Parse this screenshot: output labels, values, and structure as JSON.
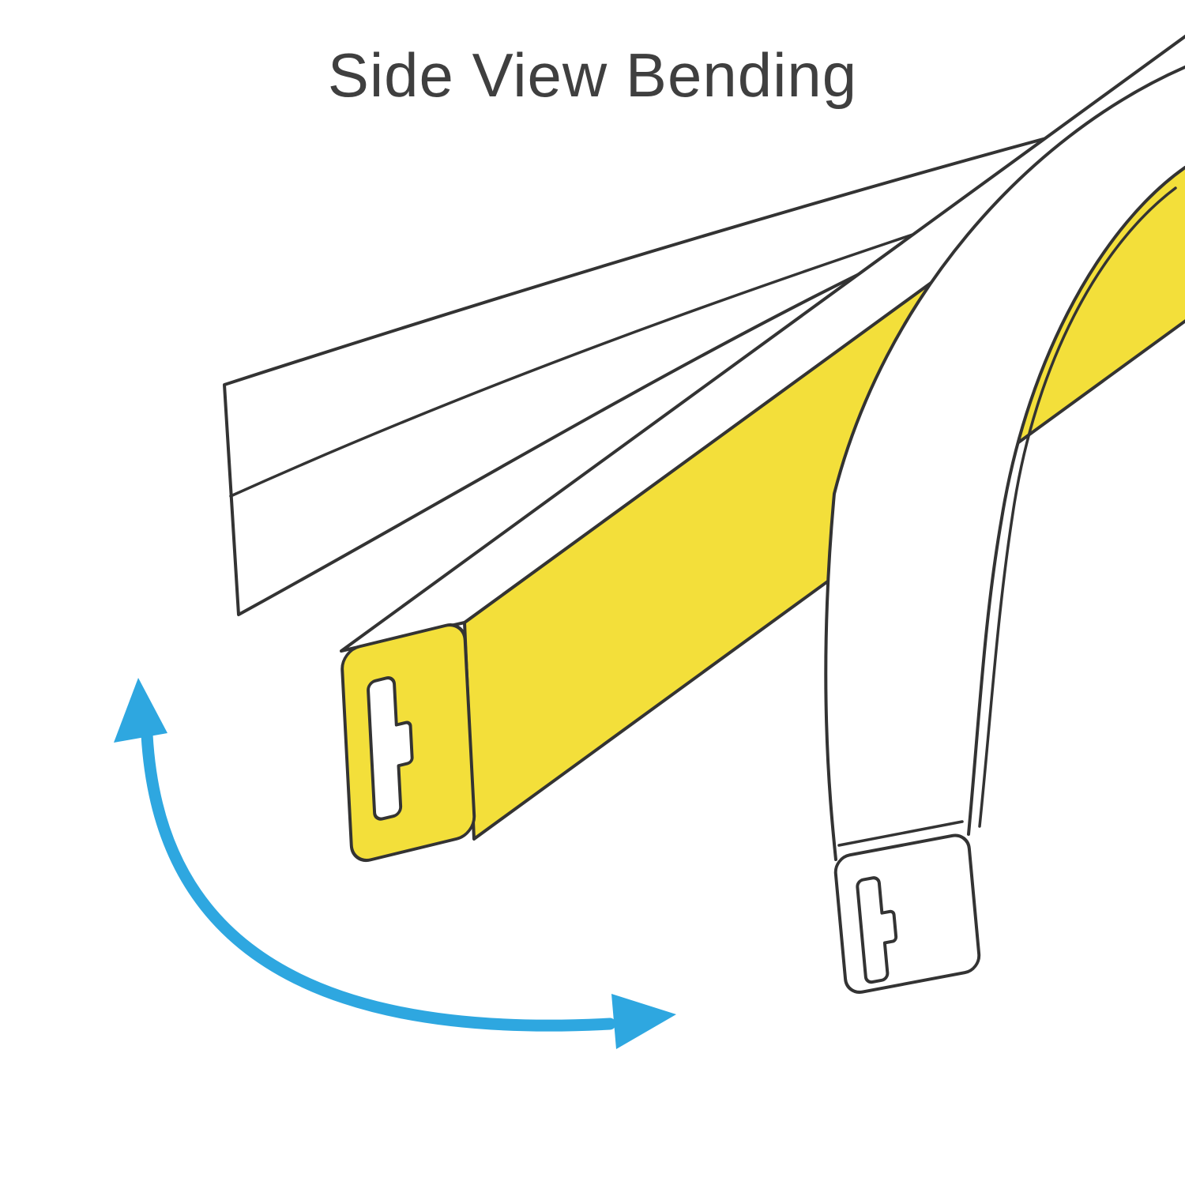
{
  "title": "Side View Bending",
  "colors": {
    "strip_yellow": "#F3DF3A",
    "outline": "#333333",
    "arrow_blue": "#2EA7E0",
    "background": "#FFFFFF",
    "title_text": "#3F3F3F"
  },
  "diagram": {
    "elements": [
      "back-ribbon",
      "straight-strip",
      "bent-strip",
      "bend-direction-arrow"
    ]
  }
}
